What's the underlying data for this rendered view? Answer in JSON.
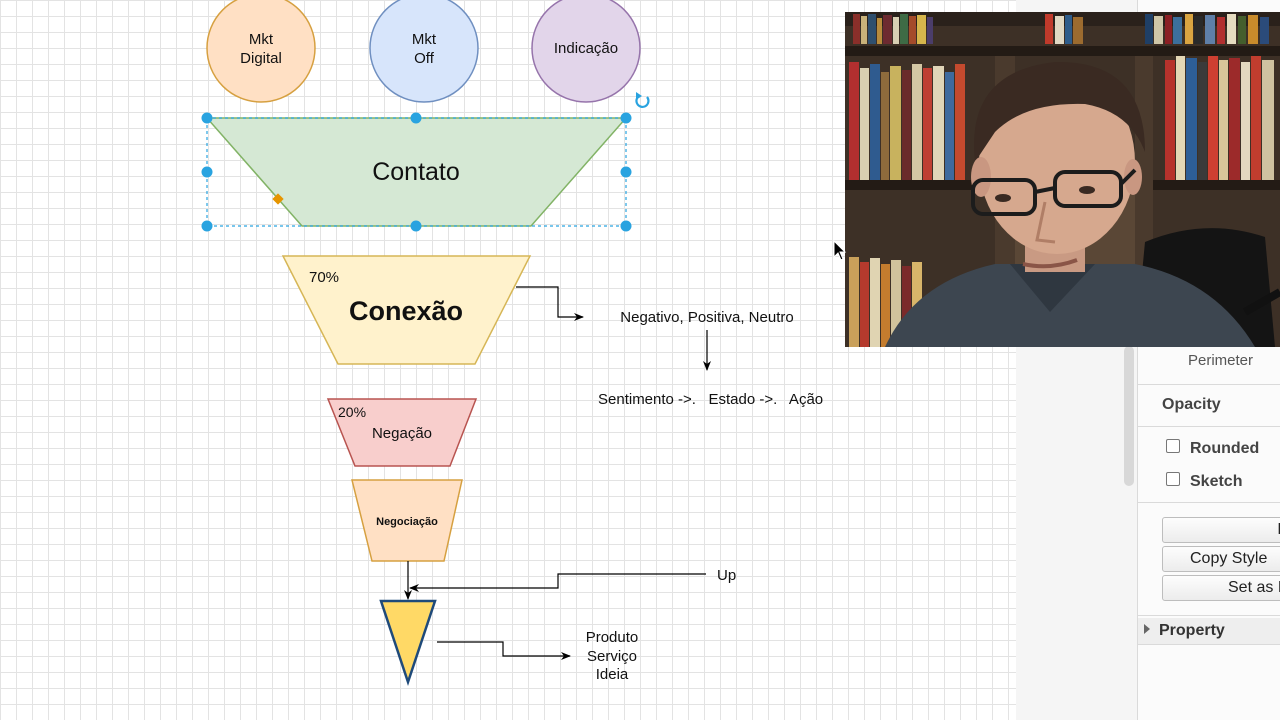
{
  "diagram": {
    "sources": [
      {
        "line1": "Mkt",
        "line2": "Digital",
        "fill": "#ffe0c4",
        "stroke": "#d6a040"
      },
      {
        "line1": "Mkt",
        "line2": "Off",
        "fill": "#d7e5fb",
        "stroke": "#6f8fc0"
      },
      {
        "line1": "Indicação",
        "line2": "",
        "fill": "#e2d5ea",
        "stroke": "#9674ab"
      }
    ],
    "stages": {
      "contato": {
        "label": "Contato",
        "fill": "#d5e8d4",
        "stroke": "#82b366"
      },
      "conexao": {
        "label": "Conexão",
        "percent": "70%",
        "fill": "#fff2cc",
        "stroke": "#d6b656"
      },
      "negacao": {
        "label": "Negação",
        "percent": "20%",
        "fill": "#f8cecc",
        "stroke": "#b85450"
      },
      "negociacao": {
        "label": "Negociação",
        "fill": "#ffe0c4",
        "stroke": "#d6a040"
      },
      "final": {
        "fill": "#ffd966",
        "stroke": "#1f4a7a"
      }
    },
    "notes": {
      "sentiment_types": "Negativo, Positiva, Neutro",
      "flow": "Sentimento ->.   Estado ->.   Ação",
      "upsell": "Up",
      "outcome_1": "Produto",
      "outcome_2": "Serviço",
      "outcome_3": "Ideia"
    },
    "selection_color": "#29a3e0",
    "handle_color": "#e69500"
  },
  "format_panel": {
    "perimeter_label": "Perimeter",
    "opacity_label": "Opacity",
    "rounded_label": "Rounded",
    "sketch_label": "Sketch",
    "edit_style_button": "Ed",
    "copy_style_button": "Copy Style",
    "set_as_default_button": "Set as I",
    "property_label": "Property"
  }
}
